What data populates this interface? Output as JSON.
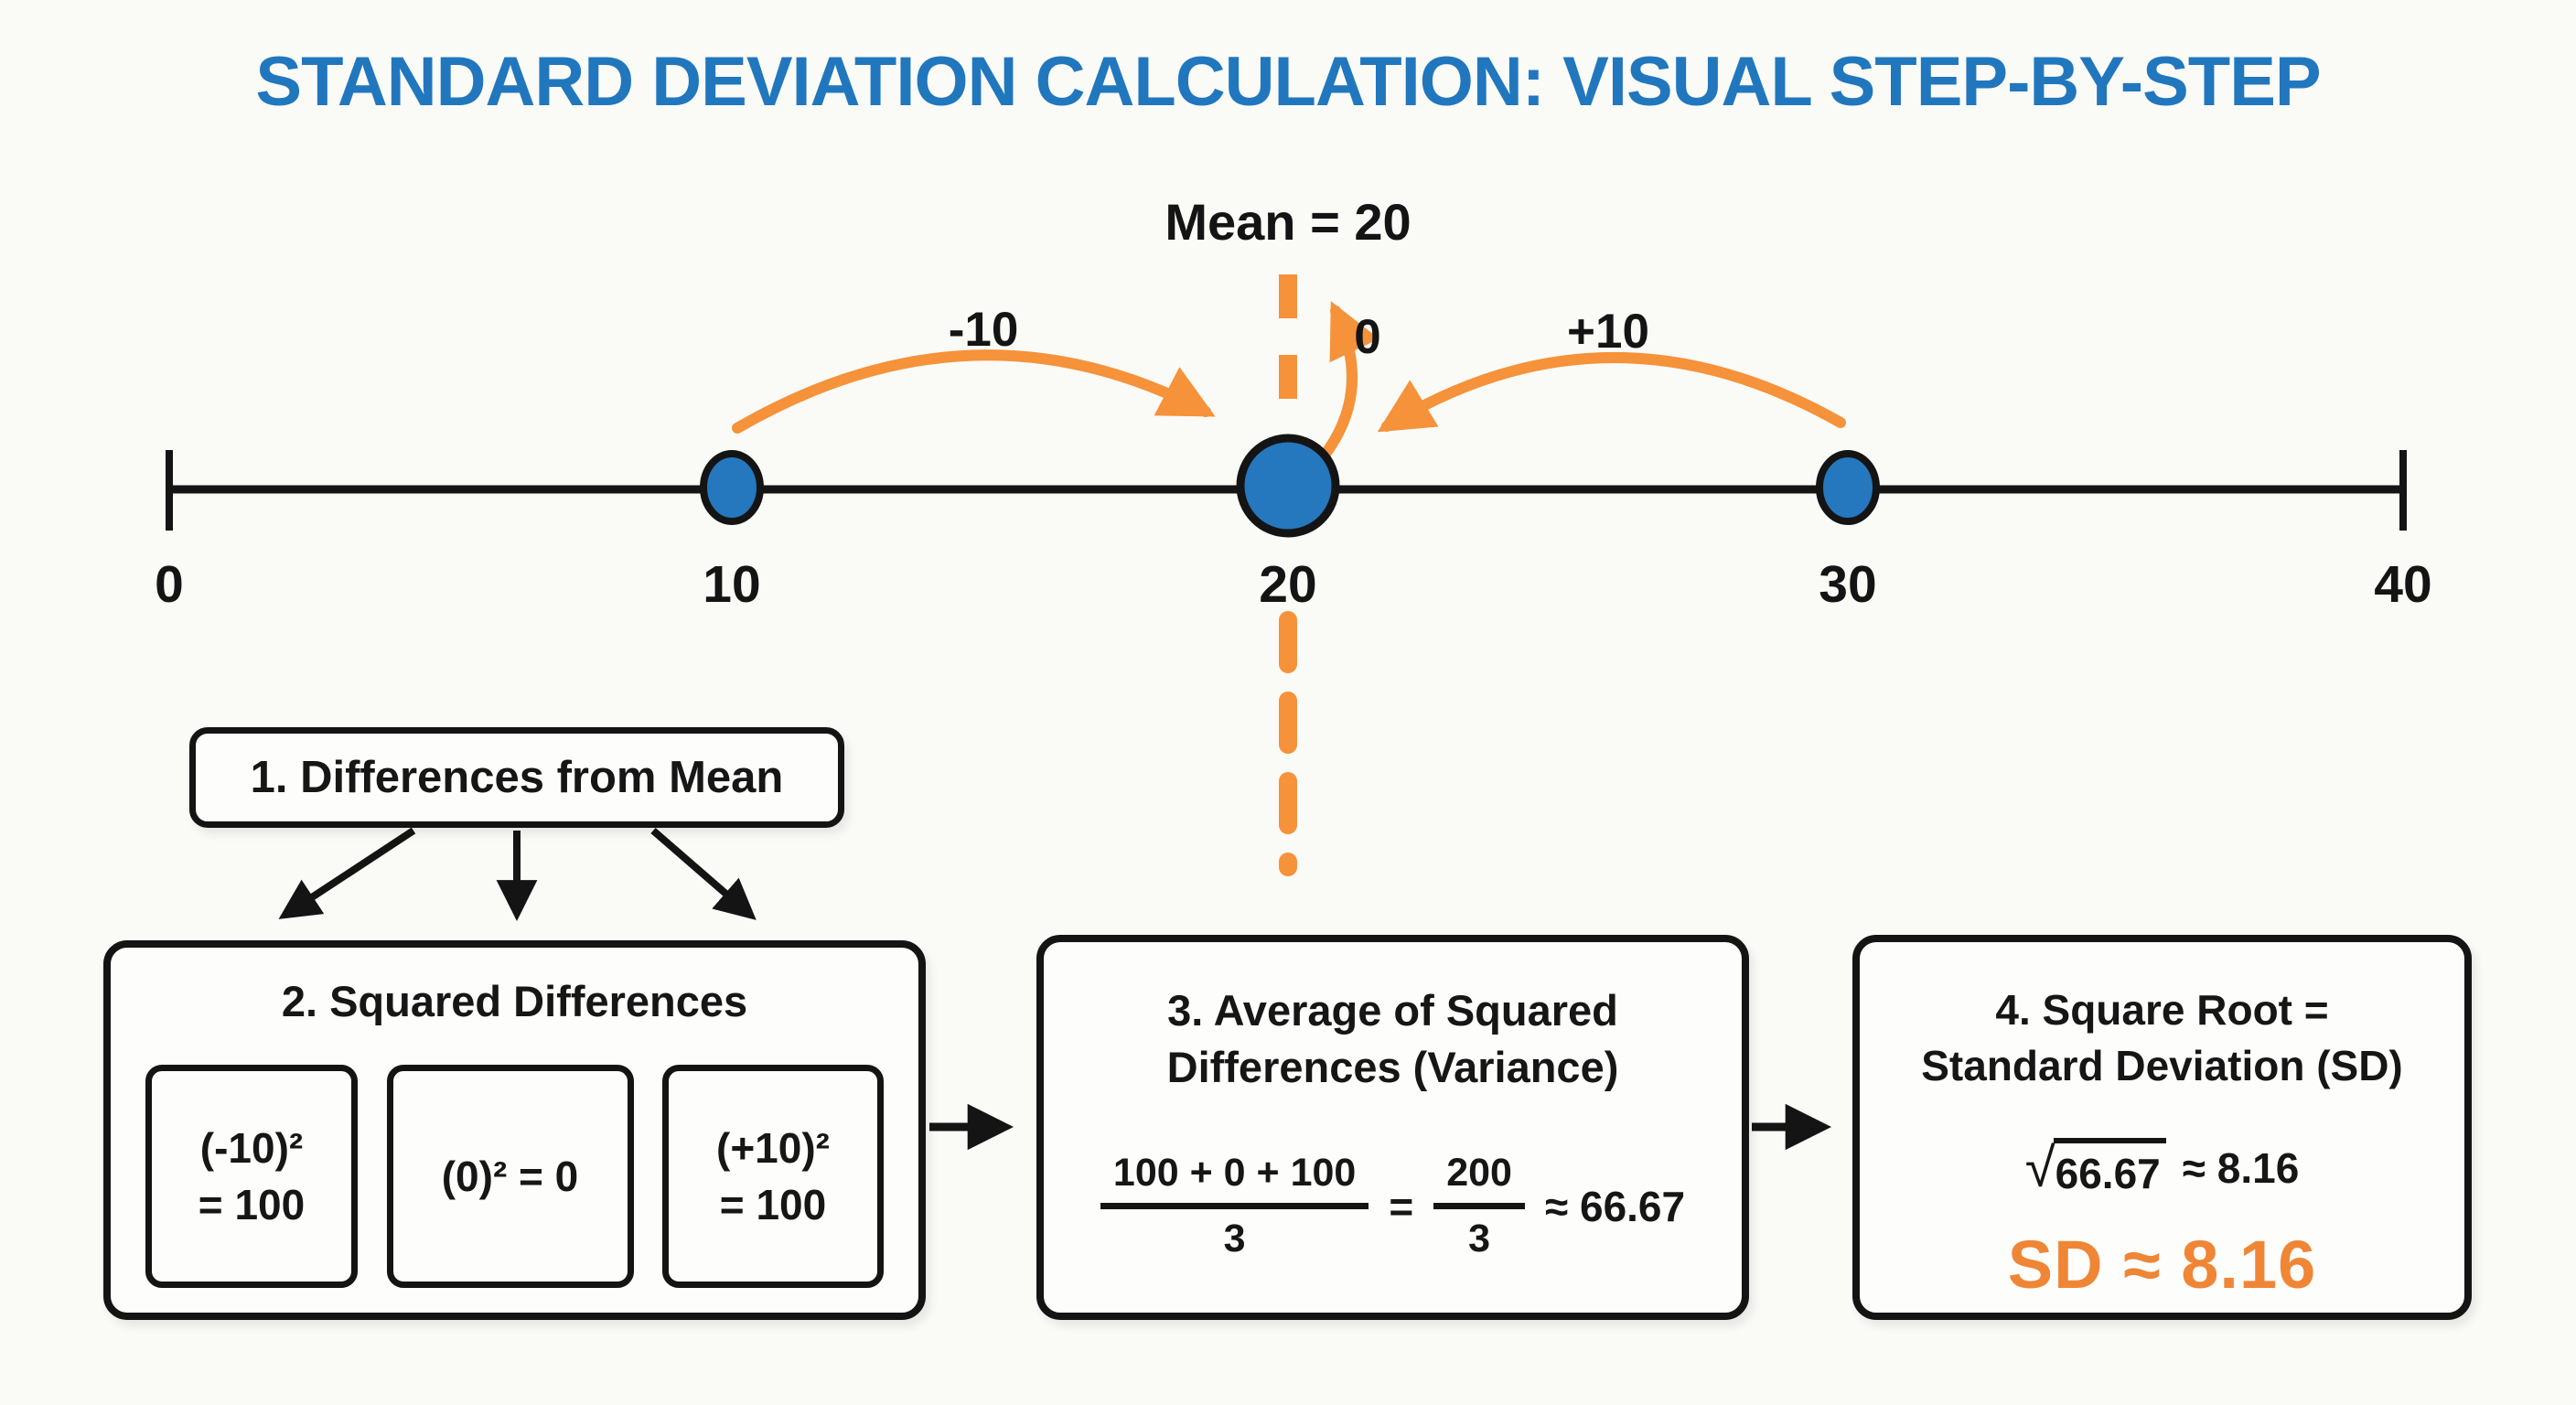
{
  "title": "STANDARD DEVIATION CALCULATION: VISUAL STEP-BY-STEP",
  "colors": {
    "title_blue": "#2177bd",
    "arrow_orange": "#f5923a",
    "dot_blue": "#2577be",
    "sd_orange": "#ef8636",
    "line_black": "#141414"
  },
  "number_line": {
    "mean_label": "Mean = 20",
    "mean_value": 20,
    "tick_labels": [
      "0",
      "10",
      "20",
      "30",
      "40"
    ],
    "point_values": [
      10,
      20,
      30
    ],
    "deviation_labels": {
      "minus": "-10",
      "zero": "0",
      "plus": "+10"
    }
  },
  "steps": {
    "step1": {
      "title": "1. Differences from Mean"
    },
    "step2": {
      "title": "2. Squared Differences",
      "cells": [
        {
          "line1": "(-10)²",
          "line2": "= 100"
        },
        {
          "line1": "(0)² = 0"
        },
        {
          "line1": "(+10)²",
          "line2": "= 100"
        }
      ]
    },
    "step3": {
      "title_line1": "3. Average of Squared",
      "title_line2": "Differences (Variance)",
      "frac1_num": "100 + 0 + 100",
      "frac1_den": "3",
      "equals": "=",
      "frac2_num": "200",
      "frac2_den": "3",
      "approx": "≈ 66.67"
    },
    "step4": {
      "title_line1": "4. Square Root =",
      "title_line2": "Standard Deviation (SD)",
      "sqrt_sign": "√",
      "sqrt_radicand": "66.67",
      "sqrt_approx": "≈ 8.16",
      "sd_result": "SD ≈ 8.16"
    }
  }
}
